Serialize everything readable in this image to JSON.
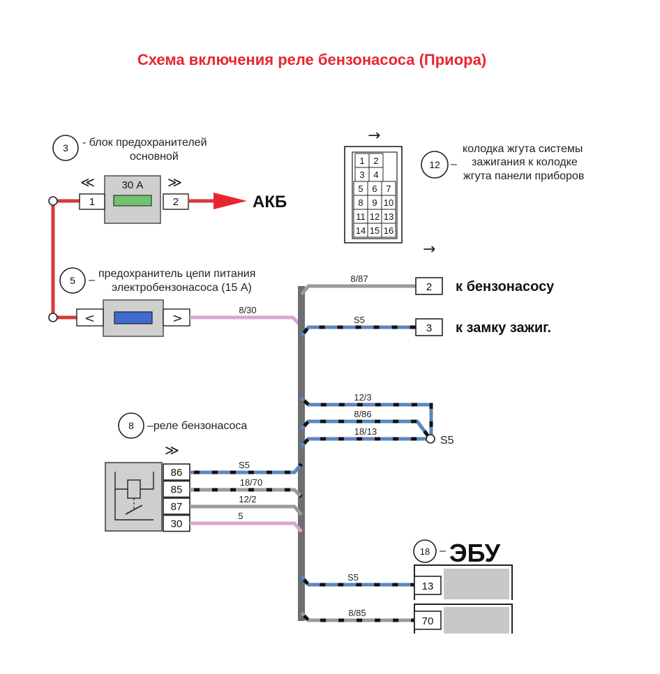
{
  "title": "Схема включения реле бензонасоса (Приора)",
  "colors": {
    "title": "#e8262e",
    "red_wire": "#d63a3a",
    "gray_wire": "#9a9a9a",
    "blue_wire": "#5b86c0",
    "pink_wire": "#d9a6cf",
    "dash": "#111111",
    "block_fill": "#cfcfcf",
    "fuse_green": "#6fc46c",
    "fuse_blue": "#3f6bd0"
  },
  "main_fuse": {
    "num": "3",
    "desc_line1": "- блок предохранителей",
    "desc_line2": "основной",
    "rating": "30 А",
    "pin_left": "1",
    "pin_right": "2",
    "akb": "АКБ"
  },
  "pump_fuse": {
    "num": "5",
    "desc_line1": "предохранитель цепи питания",
    "desc_line2": "электробензонасоса (15 А)",
    "dash": "–",
    "wire": "8/30"
  },
  "connector": {
    "num": "12",
    "dash": "–",
    "desc_line1": "колодка жгута системы",
    "desc_line2": "зажигания к колодке",
    "desc_line3": "жгута панели приборов",
    "cells": [
      "1",
      "2",
      "3",
      "4",
      "5",
      "6",
      "7",
      "8",
      "9",
      "10",
      "11",
      "12",
      "13",
      "14",
      "15",
      "16"
    ]
  },
  "outputs": [
    {
      "wire": "8/87",
      "pin": "2",
      "label": "к бензонасосу"
    },
    {
      "wire": "S5",
      "pin": "3",
      "label": "к замку зажиг."
    }
  ],
  "splice": {
    "wires": [
      "12/3",
      "8/86",
      "18/13"
    ],
    "name": "S5"
  },
  "relay": {
    "num": "8",
    "desc": "–реле бензонасоса",
    "pins": [
      "86",
      "85",
      "87",
      "30"
    ],
    "wires": [
      "S5",
      "18/70",
      "12/2",
      "5"
    ]
  },
  "ecu": {
    "num": "18",
    "dash": "–",
    "label": "ЭБУ",
    "pins": [
      {
        "pin": "13",
        "wire": "S5"
      },
      {
        "pin": "70",
        "wire": "8/85"
      }
    ]
  }
}
